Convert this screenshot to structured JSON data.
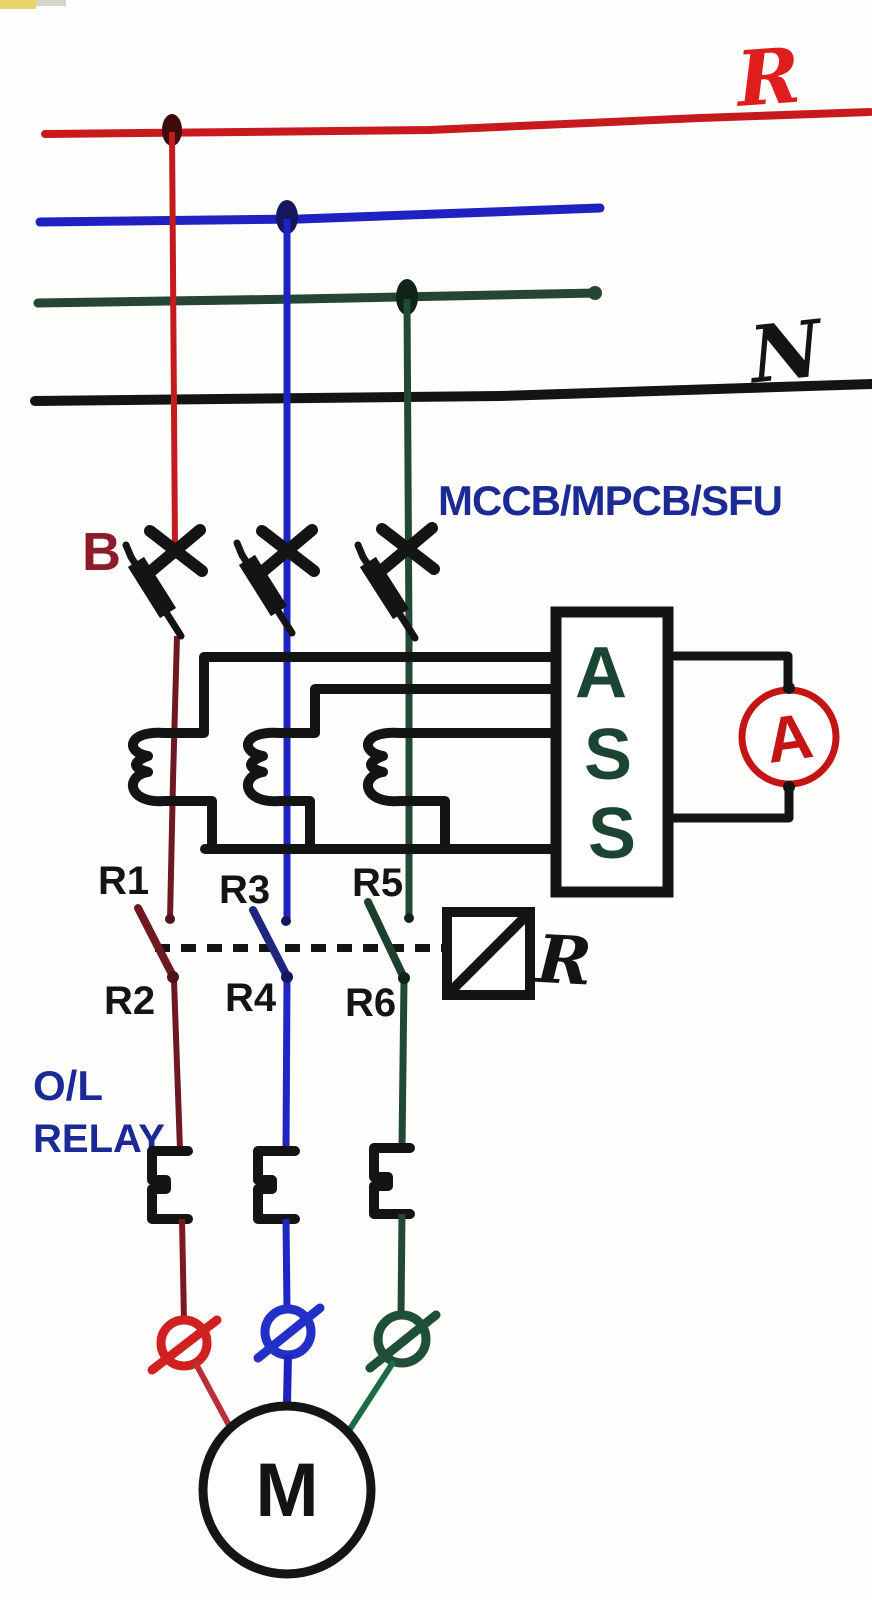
{
  "diagram": {
    "phase_line_label": "R",
    "neutral_line_label": "N",
    "breaker": {
      "tag": "B",
      "label": "MCCB/MPCB/SFU"
    },
    "ammeter_selector": {
      "letters": [
        "A",
        "S",
        "S"
      ]
    },
    "ammeter": {
      "label": "A"
    },
    "contacts": {
      "r1": "R1",
      "r2": "R2",
      "r3": "R3",
      "r4": "R4",
      "r5": "R5",
      "r6": "R6"
    },
    "coil": {
      "label": "R"
    },
    "overload_relay": {
      "line1": "O/L",
      "line2": "RELAY"
    },
    "motor": {
      "label": "M"
    },
    "colors": {
      "phase_red": "#c41c1e",
      "phase_red_dark": "#6e1822",
      "phase_red_label": "#e01d1d",
      "phase_blue": "#1f22c0",
      "phase_blue_dark": "#20267f",
      "phase_green": "#214936",
      "phase_green_dark": "#1d3f30",
      "neutral_black": "#141414",
      "text_navy": "#1c2a96",
      "tag_maroon": "#8e1b2c",
      "ammeter_red": "#c41515",
      "selector_green": "#1c4433"
    }
  }
}
